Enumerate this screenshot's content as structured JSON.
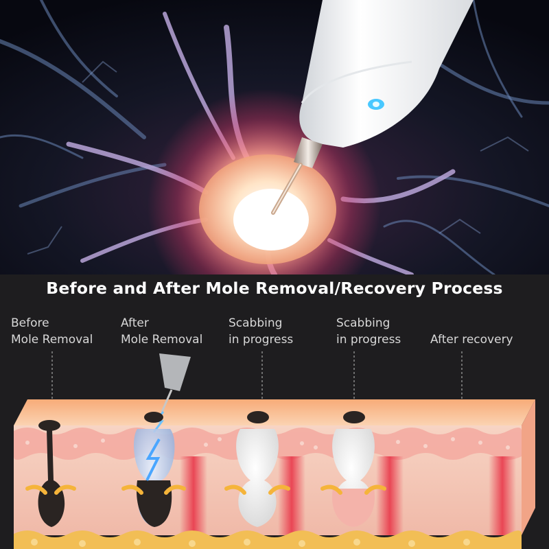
{
  "title": "Before and After Mole Removal/Recovery Process",
  "stages": [
    {
      "line1": "Before",
      "line2": "Mole Removal"
    },
    {
      "line1": "After",
      "line2": "Mole Removal"
    },
    {
      "line1": "Scabbing",
      "line2": "in progress"
    },
    {
      "line1": "Scabbing",
      "line2": "in progress"
    },
    {
      "line1": "",
      "line2": "After recovery"
    }
  ],
  "colors": {
    "background": "#1e1d1f",
    "neuron_glow": "#ff5a78",
    "skin_top": "#f6b68a",
    "dermis": "#f4c6b4",
    "fat": "#f3c25a",
    "mole": "#2a2422"
  }
}
